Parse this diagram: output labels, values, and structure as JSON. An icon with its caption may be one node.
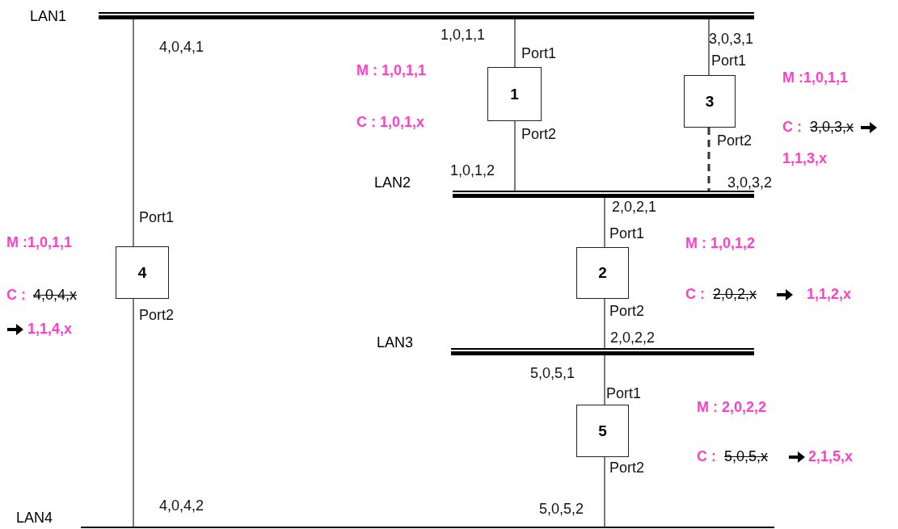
{
  "diagram": {
    "nodes": [
      {
        "text": [
          "LAN1"
        ]
      },
      {
        "text": [
          "1"
        ],
        "beside": [
          "M : 1,0,1,1",
          "C : 1,0,1,x"
        ]
      },
      {
        "text": [
          "3"
        ],
        "beside": [
          "M :1,0,1,1",
          "C :",
          "3,0,3,x",
          "1,1,3,x"
        ]
      },
      {
        "text": [
          "LAN2"
        ]
      },
      {
        "text": [
          "4"
        ],
        "beside": [
          "M :1,0,1,1",
          "C :",
          "4,0,4,x",
          "1,1,4,x"
        ]
      },
      {
        "text": [
          "2"
        ],
        "beside": [
          "M : 1,0,1,2",
          "C :",
          "2,0,2,x",
          "1,1,2,x"
        ]
      },
      {
        "text": [
          "LAN3"
        ]
      },
      {
        "text": [
          "5"
        ],
        "beside": [
          "M : 2,0,2,2",
          "C :",
          "5,0,5,x",
          "2,1,5,x"
        ]
      },
      {
        "text": [
          "LAN4"
        ]
      }
    ],
    "edges": [
      {
        "from": 0,
        "to": 1,
        "arrow": "none"
      },
      {
        "from": 1,
        "to": 3,
        "arrow": "none"
      },
      {
        "from": 0,
        "to": 2,
        "arrow": "none"
      },
      {
        "from": 2,
        "to": 3,
        "arrow": "none",
        "style": "dashed"
      },
      {
        "from": 3,
        "to": 5,
        "arrow": "none"
      },
      {
        "from": 5,
        "to": 6,
        "arrow": "none"
      },
      {
        "from": 6,
        "to": 7,
        "arrow": "none"
      },
      {
        "from": 7,
        "to": 8,
        "arrow": "none"
      },
      {
        "from": 0,
        "to": 4,
        "arrow": "none"
      },
      {
        "from": 4,
        "to": 8,
        "arrow": "none"
      }
    ],
    "labels": [
      "4,0,4,1",
      "1,0,1,1",
      "Port1",
      "3,0,3,1",
      "Port1",
      "Port2",
      "Port2",
      "1,0,1,2",
      "3,0,3,2",
      "2,0,2,1",
      "Port1",
      "Port1",
      "Port2",
      "Port2",
      "2,0,2,2",
      "5,0,5,1",
      "Port1",
      "Port2",
      "4,0,4,2",
      "5,0,5,2"
    ]
  }
}
